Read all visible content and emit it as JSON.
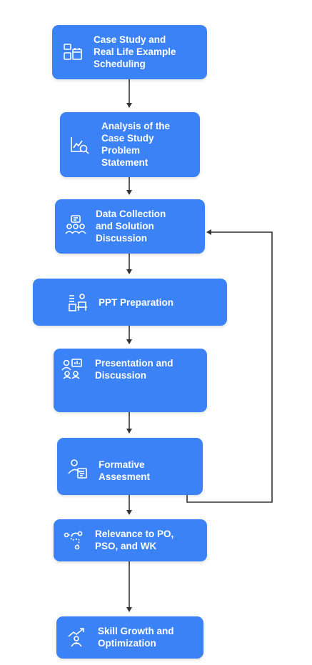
{
  "nodes": [
    {
      "id": "case-study",
      "label": "Case Study and\nReal Life Example\nScheduling",
      "icon": "calendar-schedule-icon"
    },
    {
      "id": "analysis",
      "label": "Analysis of the\nCase Study\nProblem\nStatement",
      "icon": "chart-analysis-icon"
    },
    {
      "id": "data-collection",
      "label": "Data Collection\nand Solution\nDiscussion",
      "icon": "group-discussion-icon"
    },
    {
      "id": "ppt",
      "label": "PPT Preparation",
      "icon": "presentation-prep-icon"
    },
    {
      "id": "presentation",
      "label": "Presentation and\nDiscussion",
      "icon": "presenter-board-icon"
    },
    {
      "id": "formative",
      "label": "Formative\nAssesment",
      "icon": "assessment-user-icon"
    },
    {
      "id": "relevance",
      "label": "Relevance to PO,\nPSO, and WK",
      "icon": "path-route-icon"
    },
    {
      "id": "skill",
      "label": "Skill Growth and\nOptimization",
      "icon": "growth-person-icon"
    }
  ],
  "edges": [
    {
      "from": "case-study",
      "to": "analysis"
    },
    {
      "from": "analysis",
      "to": "data-collection"
    },
    {
      "from": "data-collection",
      "to": "ppt"
    },
    {
      "from": "ppt",
      "to": "presentation"
    },
    {
      "from": "presentation",
      "to": "formative"
    },
    {
      "from": "formative",
      "to": "relevance"
    },
    {
      "from": "relevance",
      "to": "skill"
    },
    {
      "from": "formative",
      "to": "data-collection"
    }
  ],
  "colors": {
    "node": "#3b82f6",
    "text": "#ffffff",
    "connector": "#333333"
  }
}
